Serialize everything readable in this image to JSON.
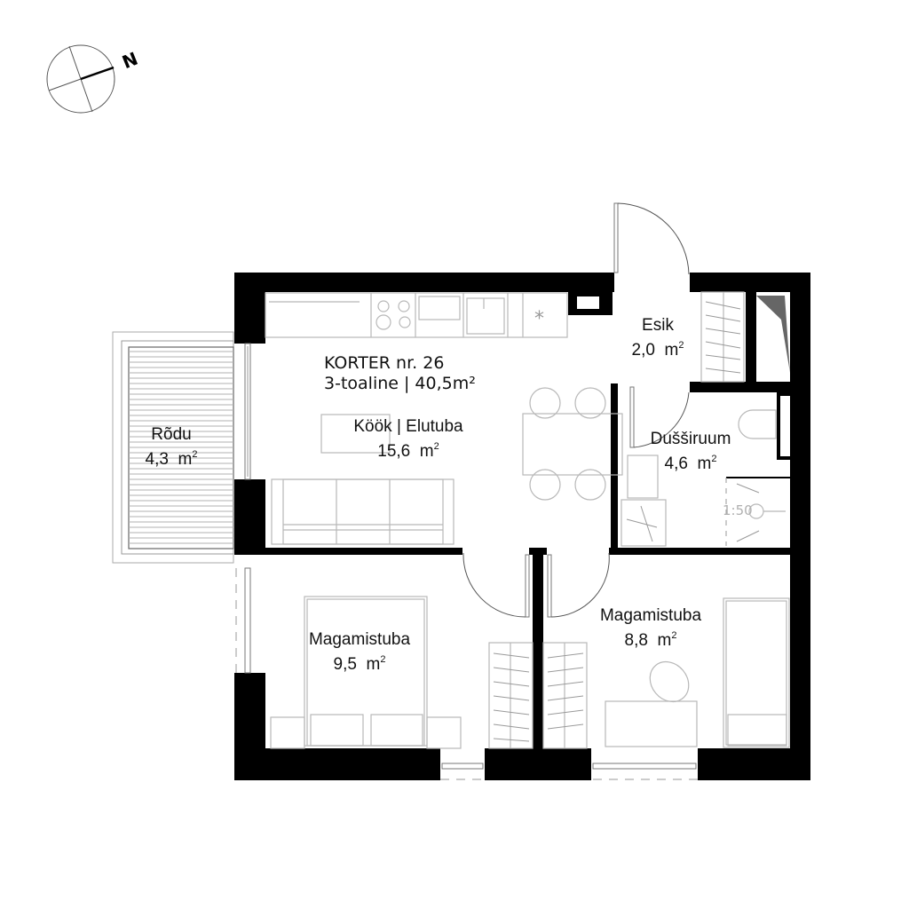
{
  "compass": {
    "north_label": "N",
    "icon": "compass-rose-icon"
  },
  "apartment": {
    "title": "KORTER nr.  26",
    "subtitle": "3-toaline | 40,5m²",
    "total_area": "40,5m²",
    "rooms_count": "3-toaline",
    "number": "26"
  },
  "rooms": [
    {
      "id": "kitchen-living",
      "name": "Köök | Elutuba",
      "area_value": "15,6",
      "area_unit": "m",
      "area_sup": "2"
    },
    {
      "id": "hallway",
      "name": "Esik",
      "area_value": "2,0",
      "area_unit": "m",
      "area_sup": "2"
    },
    {
      "id": "shower-room",
      "name": "Dušširuum",
      "area_value": "4,6",
      "area_unit": "m",
      "area_sup": "2"
    },
    {
      "id": "balcony",
      "name": "Rõdu",
      "area_value": "4,3",
      "area_unit": "m",
      "area_sup": "2"
    },
    {
      "id": "bedroom-1",
      "name": "Magamistuba",
      "area_value": "9,5",
      "area_unit": "m",
      "area_sup": "2"
    },
    {
      "id": "bedroom-2",
      "name": "Magamistuba",
      "area_value": "8,8",
      "area_unit": "m",
      "area_sup": "2"
    }
  ],
  "annotations": {
    "scale_mark": "1:50"
  },
  "colors": {
    "wall": "#000000",
    "furniture": "#b8b8b8",
    "shaft_fill": "#666666",
    "background": "#ffffff"
  }
}
